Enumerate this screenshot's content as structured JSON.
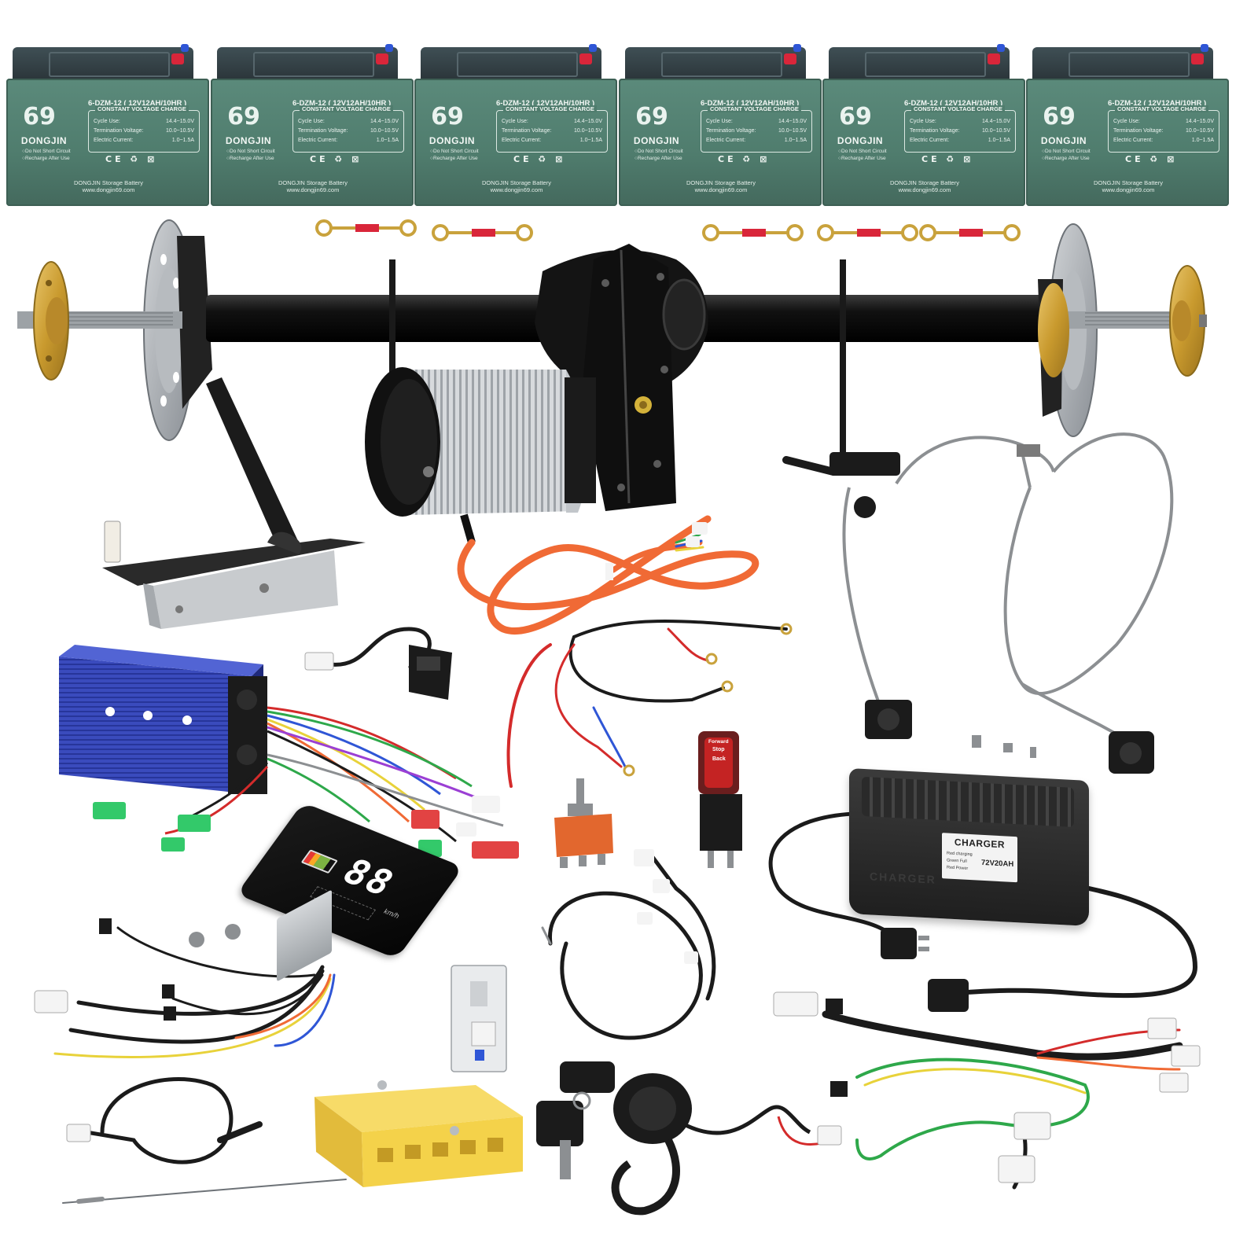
{
  "battery": {
    "logo": "69",
    "brand": "DONGJIN",
    "model": "6-DZM-12 ( 12V12AH/10HR )",
    "panel_title": "CONSTANT VOLTAGE CHARGE",
    "rows": [
      {
        "label": "Cycle Use:",
        "value": "14.4~15.0V"
      },
      {
        "label": "Termination Voltage:",
        "value": "10.0~10.5V"
      },
      {
        "label": "Electric Current:",
        "value": "1.0~1.5A"
      }
    ],
    "warn1": "Do Not Short Circuit",
    "warn2": "Recharge After Use",
    "marks": "CE ♻ ⊠",
    "footer1": "DONGJIN Storage Battery",
    "footer2": "www.dongjin69.com"
  },
  "charger": {
    "title": "CHARGER",
    "led1": "Red charging",
    "led2": "Green Full",
    "led3": "Red Power",
    "rating": "72V20AH",
    "emboss": "CHARGER"
  },
  "display": {
    "speed": "88",
    "unit": "km/h"
  },
  "switch": {
    "forward": "Forward",
    "stop": "Stop",
    "back": "Back"
  },
  "colors": {
    "battery_green": "#55837a",
    "motor_silver": "#c9ccd0",
    "controller_blue": "#2f3fae",
    "cable_orange": "#f06a35",
    "terminal_yellow": "#f4d24a",
    "wire_green": "#2ea84a"
  }
}
